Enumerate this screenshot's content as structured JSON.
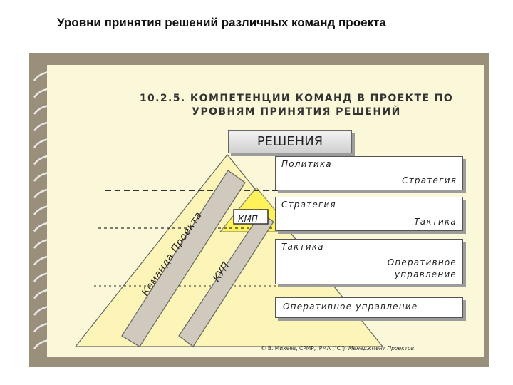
{
  "page_title": "Уровни принятия решений различных команд проекта",
  "slide": {
    "title_line1": "10.2.5. КОМПЕТЕНЦИИ КОМАНД В ПРОЕКТЕ ПО",
    "title_line2": "УРОВНЯМ ПРИНЯТИЯ РЕШЕНИЙ",
    "header": "РЕШЕНИЯ",
    "levels": [
      {
        "left": "Политика",
        "right": "Стратегия"
      },
      {
        "left": "Стратегия",
        "right": "Тактика"
      },
      {
        "left": "Тактика",
        "right_line1": "Оперативное",
        "right_line2": "управление"
      },
      {
        "left": "Оперативное управление"
      }
    ],
    "kmp_label": "КМП",
    "bar_team_label": "Команда Проекта",
    "bar_kup_label": "КУП",
    "copyright": "© В. Михеев, CPMP, IPMA (\"C\"),",
    "copyright_book": "Менеджмент Проектов"
  },
  "colors": {
    "paper": "#fbf8da",
    "triangle_fill": "#fdf4b8",
    "apex_highlight": "#fff25a",
    "bar_fill": "#cfc9be",
    "frame": "#9a8f7a"
  }
}
